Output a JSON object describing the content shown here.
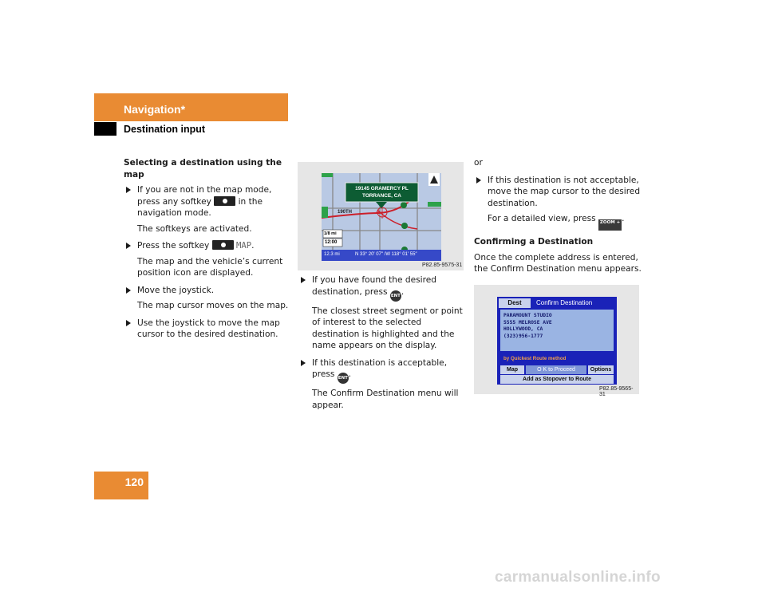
{
  "header": {
    "section": "Navigation*",
    "subsection": "Destination input"
  },
  "page_number": "120",
  "col1": {
    "heading": "Selecting a destination using the map",
    "b1_a": "If you are not in the map mode, press any softkey",
    "b1_b": "in the navigation mode.",
    "b1_note": "The softkeys are activated.",
    "b2_a": "Press the softkey",
    "b2_mono": "MAP",
    "b2_note": "The map and the vehicle’s current position icon are displayed.",
    "b3": "Move the joystick.",
    "b3_note": "The map cursor moves on the map.",
    "b4": "Use the joystick to move the map cursor to the desired destination."
  },
  "map_screen": {
    "address_line1": "19145 GRAMERCY PL",
    "address_line2": "TORRANCE, CA",
    "street": "190TH",
    "scale": "1/8 mi",
    "time": "12:00",
    "distance": "12.3 mi",
    "coords": "N 33° 20′ 07″ /W 118° 01′ 55″",
    "fig_code": "P82.85-9575-31"
  },
  "col2": {
    "b1_a": "If you have found the desired destination, press",
    "b1_note": "The closest street segment or point of interest to the selected destination is highlighted and the name appears on the display.",
    "b2_a": "If this destination is acceptable, press",
    "b2_note": "The Confirm Destination menu will appear."
  },
  "col3": {
    "or": "or",
    "b1": "If this destination is not acceptable, move the map cursor to the desired destination.",
    "b1_note": "For a detailed view, press",
    "heading": "Confirming a Destination",
    "para": "Once the complete address is entered, the Confirm Destination menu appears."
  },
  "confirm_screen": {
    "tab": "Dest",
    "title": "Confirm Destination",
    "lines": [
      "PARAMOUNT STUDIO",
      "5555 MELROSE AVE",
      "HOLLYWOOD, CA",
      "(323)956-1777"
    ],
    "method": "by Quickest Route method",
    "btn_map": "Map",
    "btn_ok": "O K to Proceed",
    "btn_options": "Options",
    "btn_stopover": "Add as Stopover to Route",
    "fig_code": "P82.85-9565-31"
  },
  "icons": {
    "ent": "ENT",
    "zoom": "ZOOM +"
  },
  "watermark": "carmanualsonline.info",
  "colors": {
    "accent": "#e98b33",
    "screen_blue": "#1a22b8",
    "map_bg": "#b9c9e4"
  }
}
